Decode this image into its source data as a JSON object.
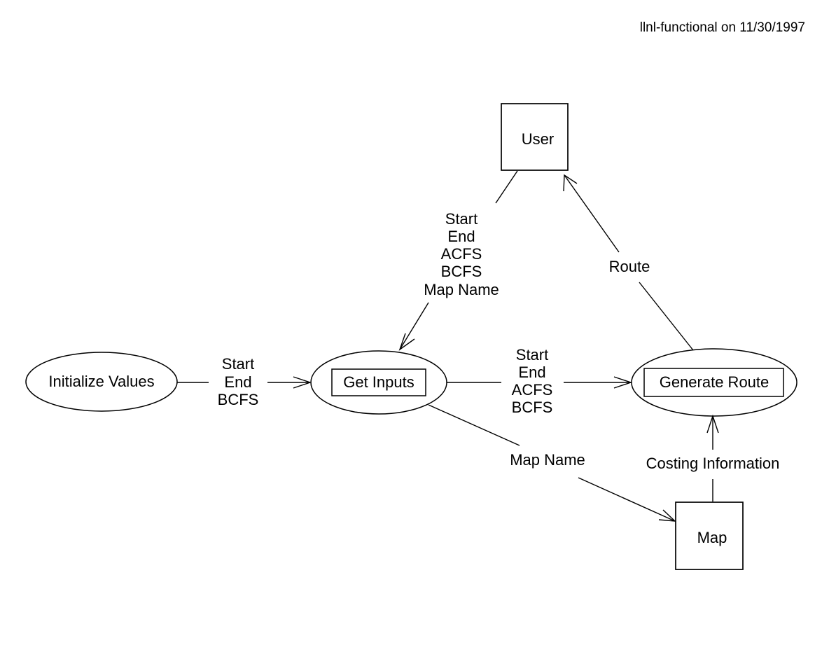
{
  "header": {
    "text": "llnl-functional on 11/30/1997"
  },
  "nodes": {
    "initialize_values": "Initialize Values",
    "get_inputs": "Get Inputs",
    "generate_route": "Generate Route",
    "user": "User",
    "map": "Map"
  },
  "flows": {
    "init_to_inputs": [
      "Start",
      "End",
      "BCFS"
    ],
    "user_to_inputs": [
      "Start",
      "End",
      "ACFS",
      "BCFS",
      "Map Name"
    ],
    "inputs_to_route": [
      "Start",
      "End",
      "ACFS",
      "BCFS"
    ],
    "route_to_user": [
      "Route"
    ],
    "inputs_to_map": [
      "Map Name"
    ],
    "map_to_route": [
      "Costing Information"
    ]
  }
}
